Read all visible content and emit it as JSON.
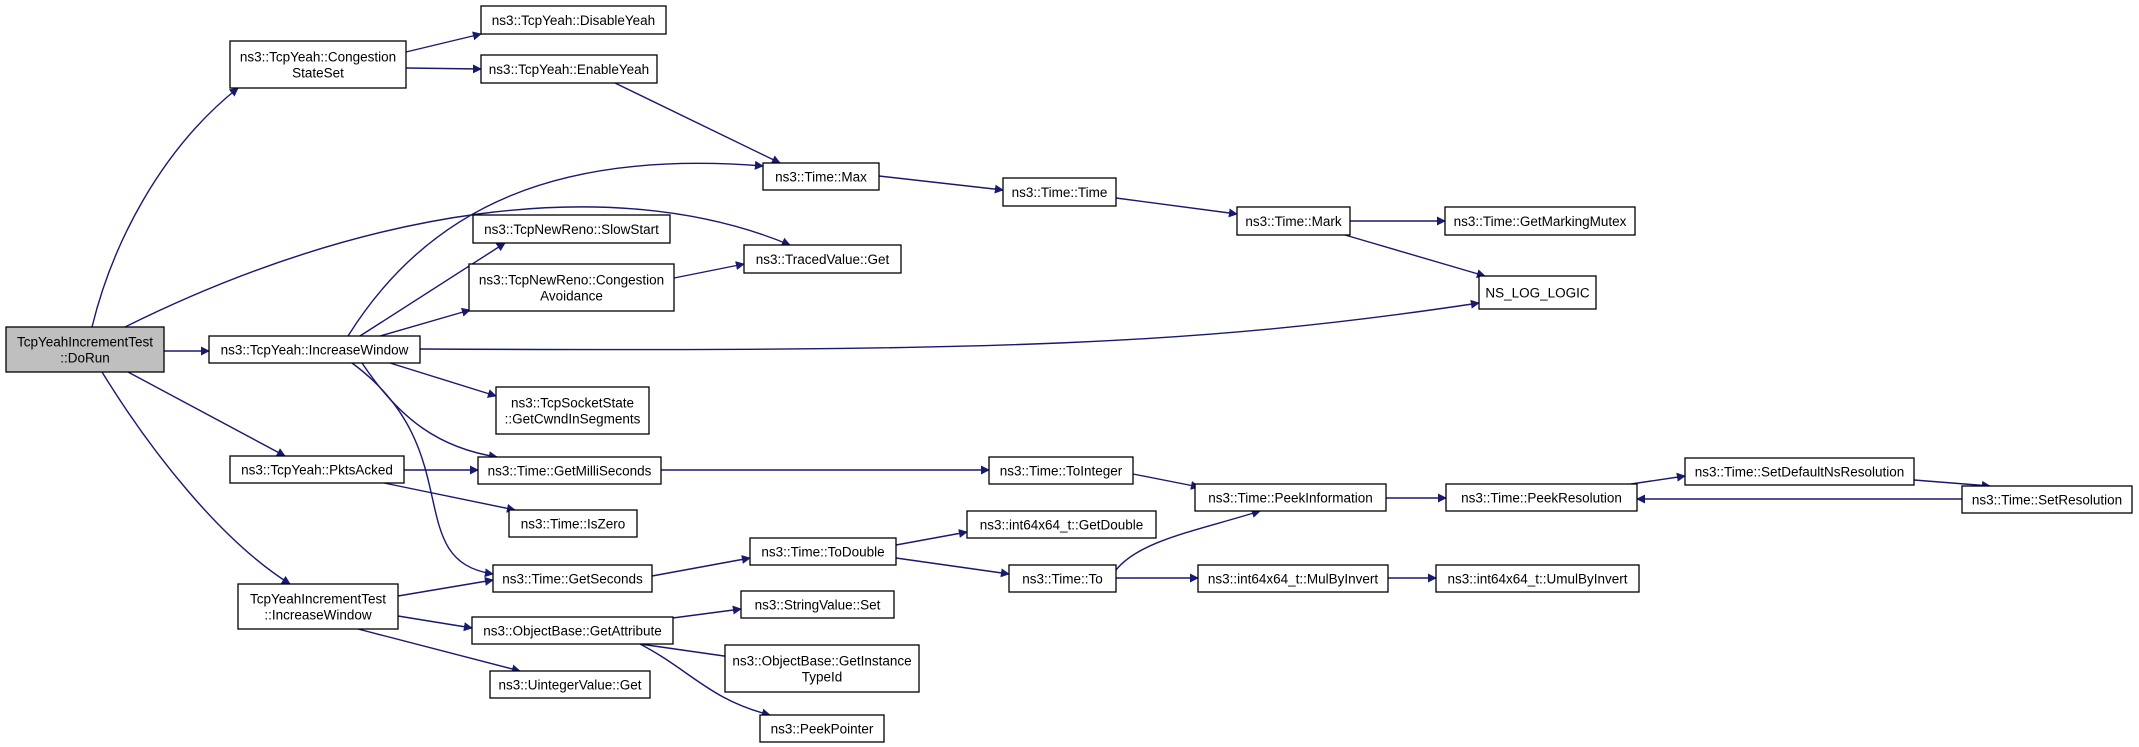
{
  "nodes": [
    {
      "id": "root",
      "lines": [
        "TcpYeahIncrementTest",
        "::DoRun"
      ],
      "highlight": true
    },
    {
      "id": "css",
      "lines": [
        "ns3::TcpYeah::Congestion",
        "StateSet"
      ]
    },
    {
      "id": "disable",
      "lines": [
        "ns3::TcpYeah::DisableYeah"
      ]
    },
    {
      "id": "enable",
      "lines": [
        "ns3::TcpYeah::EnableYeah"
      ]
    },
    {
      "id": "max",
      "lines": [
        "ns3::Time::Max"
      ]
    },
    {
      "id": "time",
      "lines": [
        "ns3::Time::Time"
      ]
    },
    {
      "id": "mark",
      "lines": [
        "ns3::Time::Mark"
      ]
    },
    {
      "id": "gmm",
      "lines": [
        "ns3::Time::GetMarkingMutex"
      ]
    },
    {
      "id": "nslog",
      "lines": [
        "NS_LOG_LOGIC"
      ]
    },
    {
      "id": "slow",
      "lines": [
        "ns3::TcpNewReno::SlowStart"
      ]
    },
    {
      "id": "ca",
      "lines": [
        "ns3::TcpNewReno::Congestion",
        "Avoidance"
      ]
    },
    {
      "id": "tvget",
      "lines": [
        "ns3::TracedValue::Get"
      ]
    },
    {
      "id": "iw",
      "lines": [
        "ns3::TcpYeah::IncreaseWindow"
      ]
    },
    {
      "id": "gcws",
      "lines": [
        "ns3::TcpSocketState",
        "::GetCwndInSegments"
      ]
    },
    {
      "id": "pa",
      "lines": [
        "ns3::TcpYeah::PktsAcked"
      ]
    },
    {
      "id": "gms",
      "lines": [
        "ns3::Time::GetMilliSeconds"
      ]
    },
    {
      "id": "toint",
      "lines": [
        "ns3::Time::ToInteger"
      ]
    },
    {
      "id": "iszero",
      "lines": [
        "ns3::Time::IsZero"
      ]
    },
    {
      "id": "pinfo",
      "lines": [
        "ns3::Time::PeekInformation"
      ]
    },
    {
      "id": "pres",
      "lines": [
        "ns3::Time::PeekResolution"
      ]
    },
    {
      "id": "sdnr",
      "lines": [
        "ns3::Time::SetDefaultNsResolution"
      ]
    },
    {
      "id": "sres",
      "lines": [
        "ns3::Time::SetResolution"
      ]
    },
    {
      "id": "getdouble",
      "lines": [
        "ns3::int64x64_t::GetDouble"
      ]
    },
    {
      "id": "tiw",
      "lines": [
        "TcpYeahIncrementTest",
        "::IncreaseWindow"
      ]
    },
    {
      "id": "gsec",
      "lines": [
        "ns3::Time::GetSeconds"
      ]
    },
    {
      "id": "todouble",
      "lines": [
        "ns3::Time::ToDouble"
      ]
    },
    {
      "id": "to",
      "lines": [
        "ns3::Time::To"
      ]
    },
    {
      "id": "mbi",
      "lines": [
        "ns3::int64x64_t::MulByInvert"
      ]
    },
    {
      "id": "umbi",
      "lines": [
        "ns3::int64x64_t::UmulByInvert"
      ]
    },
    {
      "id": "svset",
      "lines": [
        "ns3::StringValue::Set"
      ]
    },
    {
      "id": "getattr",
      "lines": [
        "ns3::ObjectBase::GetAttribute"
      ]
    },
    {
      "id": "gitid",
      "lines": [
        "ns3::ObjectBase::GetInstance",
        "TypeId"
      ]
    },
    {
      "id": "uvget",
      "lines": [
        "ns3::UintegerValue::Get"
      ]
    },
    {
      "id": "peekptr",
      "lines": [
        "ns3::PeekPointer"
      ]
    }
  ],
  "edges": [
    [
      "root",
      "css"
    ],
    [
      "root",
      "tvget"
    ],
    [
      "root",
      "iw"
    ],
    [
      "root",
      "pa"
    ],
    [
      "root",
      "tiw"
    ],
    [
      "css",
      "disable"
    ],
    [
      "css",
      "enable"
    ],
    [
      "enable",
      "max"
    ],
    [
      "max",
      "time"
    ],
    [
      "time",
      "mark"
    ],
    [
      "mark",
      "gmm"
    ],
    [
      "mark",
      "nslog"
    ],
    [
      "iw",
      "max"
    ],
    [
      "iw",
      "slow"
    ],
    [
      "iw",
      "ca"
    ],
    [
      "iw",
      "nslog"
    ],
    [
      "iw",
      "gcws"
    ],
    [
      "iw",
      "gms"
    ],
    [
      "iw",
      "gsec"
    ],
    [
      "ca",
      "tvget"
    ],
    [
      "pa",
      "gms"
    ],
    [
      "pa",
      "iszero"
    ],
    [
      "gms",
      "toint"
    ],
    [
      "toint",
      "pinfo"
    ],
    [
      "pinfo",
      "pres"
    ],
    [
      "pres",
      "sdnr"
    ],
    [
      "sdnr",
      "sres"
    ],
    [
      "sres",
      "pres"
    ],
    [
      "tiw",
      "gsec"
    ],
    [
      "tiw",
      "getattr"
    ],
    [
      "tiw",
      "uvget"
    ],
    [
      "gsec",
      "todouble"
    ],
    [
      "todouble",
      "getdouble"
    ],
    [
      "todouble",
      "to"
    ],
    [
      "to",
      "pinfo"
    ],
    [
      "to",
      "mbi"
    ],
    [
      "mbi",
      "umbi"
    ],
    [
      "getattr",
      "svset"
    ],
    [
      "getattr",
      "gitid"
    ],
    [
      "getattr",
      "peekptr"
    ]
  ]
}
